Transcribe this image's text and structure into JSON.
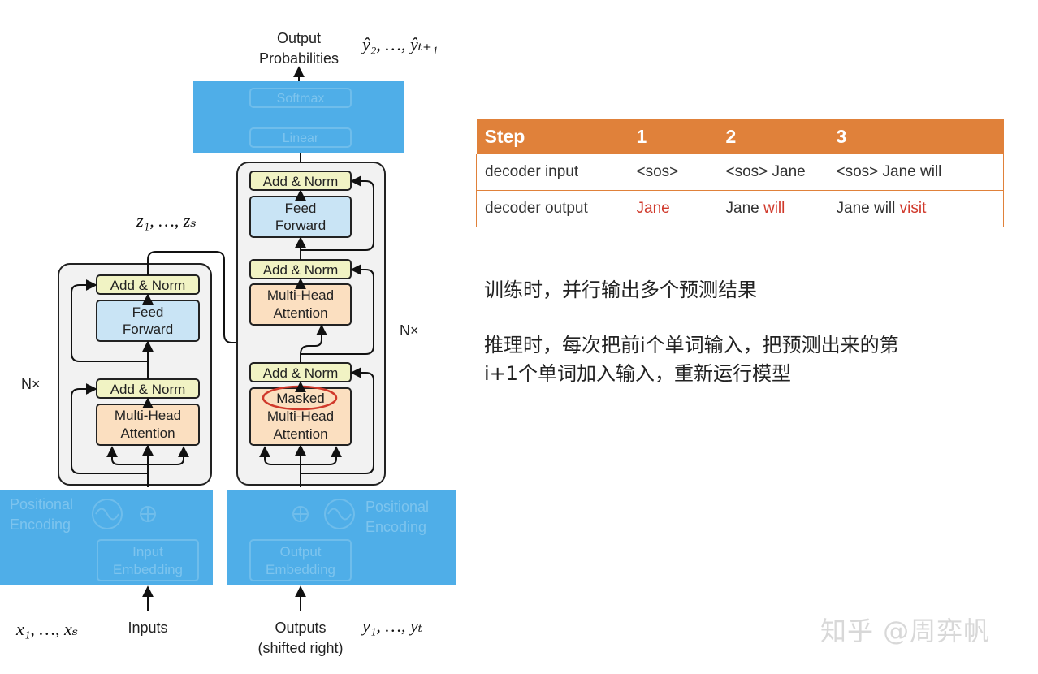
{
  "transformer": {
    "output_probabilities": [
      "Output",
      "Probabilities"
    ],
    "output_math": "ŷ₂, …, ŷₜ₊₁",
    "softmax": "Softmax",
    "linear": "Linear",
    "z_math": "z₁, …, zₛ",
    "add_norm": "Add & Norm",
    "feed_forward": [
      "Feed",
      "Forward"
    ],
    "multi_head_attention": [
      "Multi-Head",
      "Attention"
    ],
    "masked_mha": [
      "Masked",
      "Multi-Head",
      "Attention"
    ],
    "nx": "N×",
    "positional_encoding": [
      "Positional",
      "Encoding"
    ],
    "input_embedding": [
      "Input",
      "Embedding"
    ],
    "output_embedding": [
      "Output",
      "Embedding"
    ],
    "inputs": "Inputs",
    "outputs": [
      "Outputs",
      "(shifted right)"
    ],
    "x_math": "x₁, …, xₛ",
    "y_math": "y₁, …, yₜ"
  },
  "table": {
    "headers": [
      "Step",
      "1",
      "2",
      "3"
    ],
    "rows": [
      {
        "label": "decoder input",
        "cells": [
          {
            "plain": "<sos>",
            "red": ""
          },
          {
            "plain": "<sos> Jane",
            "red": ""
          },
          {
            "plain": "<sos> Jane will",
            "red": ""
          }
        ]
      },
      {
        "label": "decoder output",
        "cells": [
          {
            "plain": "",
            "red": "Jane"
          },
          {
            "plain": "Jane ",
            "red": "will"
          },
          {
            "plain": "Jane will ",
            "red": "visit"
          }
        ]
      }
    ]
  },
  "notes": {
    "training": "训练时，并行输出多个预测结果",
    "inference_line1": "推理时，每次把前i个单词输入，把预测出来的第",
    "inference_line2": "i+1个单词加入输入，重新运行模型"
  },
  "watermark": "知乎 @周弈帆",
  "colors": {
    "blue_overlay": "#4FAEE8",
    "add_norm": "#F1F3C4",
    "feed_forward": "#C9E4F5",
    "attention": "#FBDFC0",
    "table_header": "#E0813A",
    "highlight_red": "#D0392B"
  }
}
